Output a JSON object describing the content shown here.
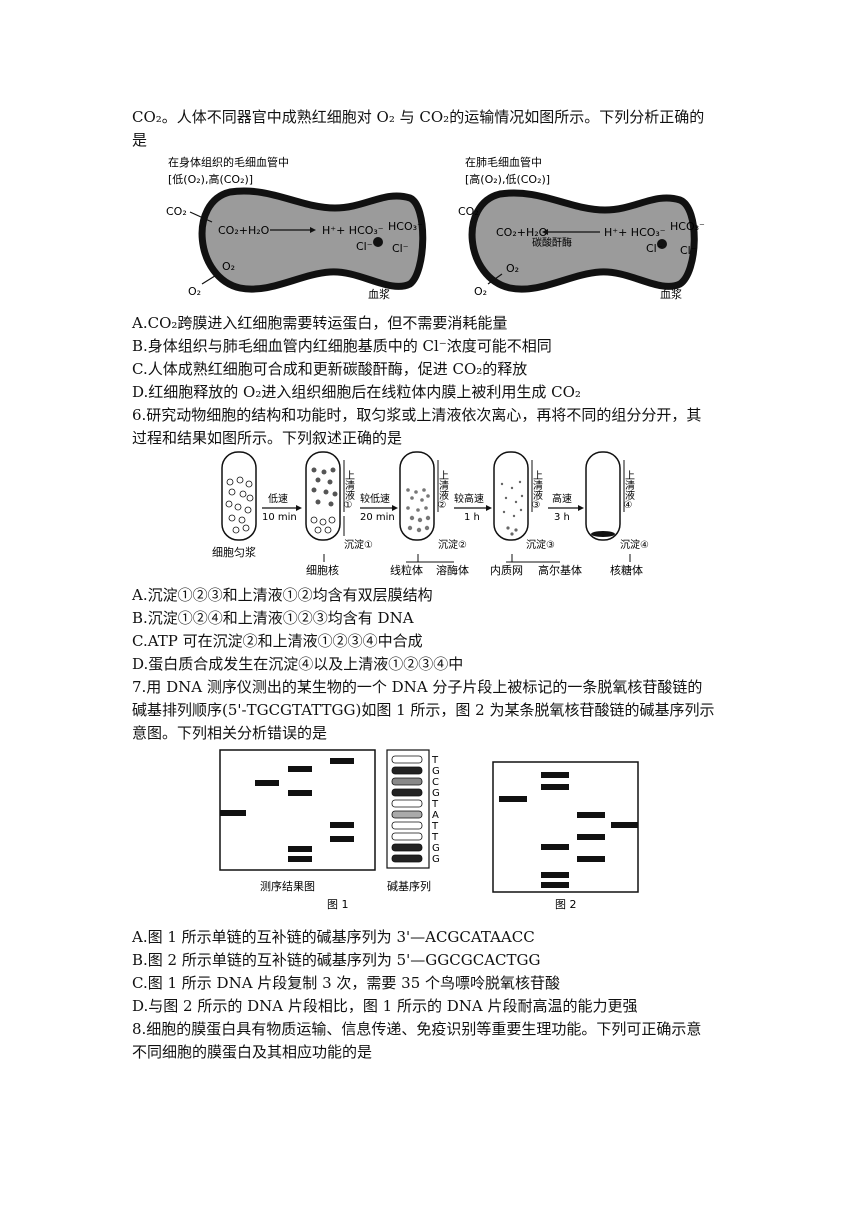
{
  "q5": {
    "stem1": "CO₂。人体不同器官中成熟红细胞对 O₂ 与 CO₂的运输情况如图所示。下列分析正确的",
    "stem2": "是",
    "fig_left": {
      "title": "在身体组织的毛细血管中",
      "cond": "[低(O₂),高(CO₂)]",
      "co2": "CO₂",
      "reaction": "CO₂+H₂O",
      "products": "H⁺+ HCO₃⁻",
      "hco3": "HCO₃⁻",
      "cl_in": "Cl⁻",
      "cl_out": "Cl⁻",
      "o2_in": "O₂",
      "o2_out": "O₂",
      "plasma": "血浆"
    },
    "fig_right": {
      "title": "在肺毛细血管中",
      "cond": "[高(O₂),低(CO₂)]",
      "co2": "CO₂",
      "reaction": "CO₂+H₂O",
      "enzyme": "碳酸酐酶",
      "products": "H⁺+ HCO₃⁻",
      "hco3": "HCO₃⁻",
      "cl_in": "Cl⁻",
      "cl_out": "Cl⁻",
      "o2_in": "O₂",
      "o2_out": "O₂",
      "plasma": "血浆"
    },
    "options": [
      "A.CO₂跨膜进入红细胞需要转运蛋白，但不需要消耗能量",
      "B.身体组织与肺毛细血管内红细胞基质中的 Cl⁻浓度可能不相同",
      "C.人体成熟红细胞可合成和更新碳酸酐酶，促进 CO₂的释放",
      "D.红细胞释放的 O₂进入组织细胞后在线粒体内膜上被利用生成 CO₂"
    ]
  },
  "q6": {
    "stem1": "6.研究动物细胞的结构和功能时，取匀浆或上清液依次离心，再将不同的组分分开，其",
    "stem2": "过程和结果如图所示。下列叙述正确的是",
    "fig": {
      "homogenate": "细胞匀浆",
      "steps": [
        {
          "speed": "低速",
          "time": "10 min"
        },
        {
          "speed": "较低速",
          "time": "20 min"
        },
        {
          "speed": "较高速",
          "time": "1 h"
        },
        {
          "speed": "高速",
          "time": "3 h"
        }
      ],
      "supernatants": [
        "上清液①",
        "上清液②",
        "上清液③",
        "上清液④"
      ],
      "sediments": [
        "沉淀①",
        "沉淀②",
        "沉淀③",
        "沉淀④"
      ],
      "products": [
        "细胞核",
        "线粒体",
        "溶酶体",
        "内质网",
        "高尔基体",
        "核糖体"
      ]
    },
    "options": [
      "A.沉淀①②③和上清液①②均含有双层膜结构",
      "B.沉淀①②④和上清液①②③均含有 DNA",
      "C.ATP 可在沉淀②和上清液①②③④中合成",
      "D.蛋白质合成发生在沉淀④以及上清液①②③④中"
    ]
  },
  "q7": {
    "stem1": "7.用 DNA 测序仪测出的某生物的一个 DNA 分子片段上被标记的一条脱氧核苷酸链的",
    "stem2": "碱基排列顺序(5'-TGCGTATTGG)如图 1 所示，图 2 为某条脱氧核苷酸链的碱基序列示",
    "stem3": "意图。下列相关分析错误的是",
    "fig": {
      "seq_letters": [
        "T",
        "G",
        "C",
        "G",
        "T",
        "A",
        "T",
        "T",
        "G",
        "G"
      ],
      "result_label": "测序结果图",
      "seq_label": "碱基序列",
      "fig1_label": "图 1",
      "fig2_label": "图 2"
    },
    "options": [
      "A.图 1 所示单链的互补链的碱基序列为 3'—ACGCATAACC",
      "B.图 2 所示单链的互补链的碱基序列为 5'—GGCGCACTGG",
      "C.图 1 所示 DNA 片段复制 3 次，需要 35 个鸟嘌呤脱氧核苷酸",
      "D.与图 2 所示的 DNA 片段相比，图 1 所示的 DNA 片段耐高温的能力更强"
    ]
  },
  "q8": {
    "stem1": "8.细胞的膜蛋白具有物质运输、信息传递、免疫识别等重要生理功能。下列可正确示意",
    "stem2": "不同细胞的膜蛋白及其相应功能的是"
  }
}
